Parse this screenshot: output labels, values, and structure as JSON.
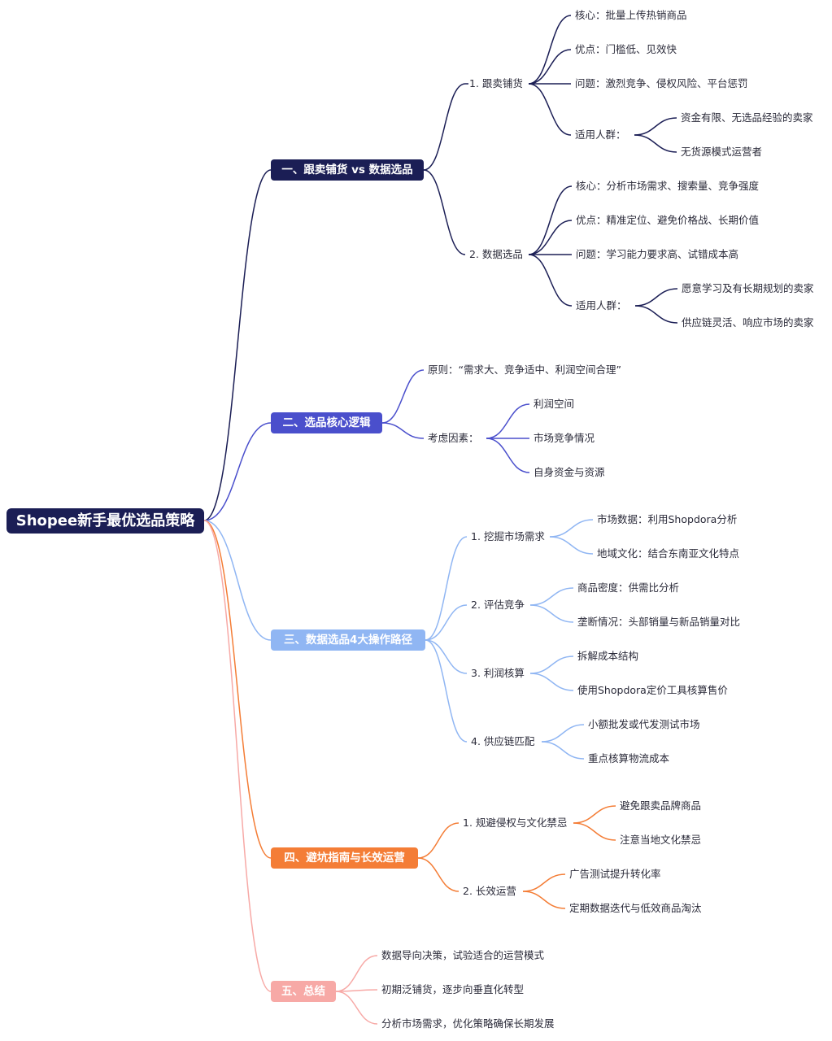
{
  "root": {
    "label": "Shopee新手最优选品策略"
  },
  "colors": {
    "branch1": "#1b1e55",
    "branch2": "#4a4fcc",
    "branch3": "#90b6f3",
    "branch4": "#f47d36",
    "branch5": "#f7a9a6"
  },
  "branches": [
    {
      "label": "一、跟卖铺货 vs 数据选品",
      "children": [
        {
          "label": "1. 跟卖铺货",
          "children": [
            {
              "label": "核心：批量上传热销商品"
            },
            {
              "label": "优点：门槛低、见效快"
            },
            {
              "label": "问题：激烈竞争、侵权风险、平台惩罚"
            },
            {
              "label": "适用人群：",
              "children": [
                {
                  "label": "资金有限、无选品经验的卖家"
                },
                {
                  "label": "无货源模式运营者"
                }
              ]
            }
          ]
        },
        {
          "label": "2. 数据选品",
          "children": [
            {
              "label": "核心：分析市场需求、搜索量、竞争强度"
            },
            {
              "label": "优点：精准定位、避免价格战、长期价值"
            },
            {
              "label": "问题：学习能力要求高、试错成本高"
            },
            {
              "label": "适用人群：",
              "children": [
                {
                  "label": "愿意学习及有长期规划的卖家"
                },
                {
                  "label": "供应链灵活、响应市场的卖家"
                }
              ]
            }
          ]
        }
      ]
    },
    {
      "label": "二、选品核心逻辑",
      "children": [
        {
          "label": "原则：“需求大、竞争适中、利润空间合理”"
        },
        {
          "label": "考虑因素：",
          "children": [
            {
              "label": "利润空间"
            },
            {
              "label": "市场竞争情况"
            },
            {
              "label": "自身资金与资源"
            }
          ]
        }
      ]
    },
    {
      "label": "三、数据选品4大操作路径",
      "children": [
        {
          "label": "1. 挖掘市场需求",
          "children": [
            {
              "label": "市场数据：利用Shopdora分析"
            },
            {
              "label": "地域文化：结合东南亚文化特点"
            }
          ]
        },
        {
          "label": "2. 评估竞争",
          "children": [
            {
              "label": "商品密度：供需比分析"
            },
            {
              "label": "垄断情况：头部销量与新品销量对比"
            }
          ]
        },
        {
          "label": "3. 利润核算",
          "children": [
            {
              "label": "拆解成本结构"
            },
            {
              "label": "使用Shopdora定价工具核算售价"
            }
          ]
        },
        {
          "label": "4. 供应链匹配",
          "children": [
            {
              "label": "小额批发或代发测试市场"
            },
            {
              "label": "重点核算物流成本"
            }
          ]
        }
      ]
    },
    {
      "label": "四、避坑指南与长效运营",
      "children": [
        {
          "label": "1. 规避侵权与文化禁忌",
          "children": [
            {
              "label": "避免跟卖品牌商品"
            },
            {
              "label": "注意当地文化禁忌"
            }
          ]
        },
        {
          "label": "2. 长效运营",
          "children": [
            {
              "label": "广告测试提升转化率"
            },
            {
              "label": "定期数据迭代与低效商品淘汰"
            }
          ]
        }
      ]
    },
    {
      "label": "五、总结",
      "children": [
        {
          "label": "数据导向决策，试验适合的运营模式"
        },
        {
          "label": "初期泛铺货，逐步向垂直化转型"
        },
        {
          "label": "分析市场需求，优化策略确保长期发展"
        }
      ]
    }
  ]
}
